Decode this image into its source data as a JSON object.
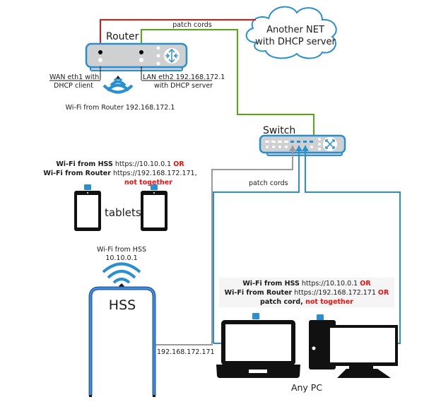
{
  "colors": {
    "device_blue": "#2a8fd0",
    "device_fill": "#cfd0d2",
    "wan_cable": "#ee1111",
    "lan_cable": "#55aa11",
    "grey_cable": "#9a9a9a",
    "blue_cable": "#2a8fd0",
    "hss_blue": "#2266bb",
    "warning_red": "#ee1111"
  },
  "cloud": {
    "line1": "Another NET",
    "line2": "with DHCP server"
  },
  "router": {
    "title": "Router",
    "wan_label_1": "WAN eth1 with",
    "wan_label_2": "DHCP client",
    "lan_label_1": "LAN eth2 192.168.172.1",
    "lan_label_2": "with DHCP server",
    "wifi_label": "Wi-Fi from Router 192.168.172.1"
  },
  "patch_cords_top": "patch cords",
  "switch": {
    "title": "Switch",
    "patch_cords_label": "patch cords"
  },
  "tablets": {
    "note": {
      "l1_bold": "Wi-Fi from HSS",
      "l1_text": " https://10.10.0.1 ",
      "l1_red": "OR",
      "l2_bold": "Wi-Fi from Router",
      "l2_text": " https://192.168.172.171,",
      "l3_red": "not together"
    },
    "label": "tablets"
  },
  "hss": {
    "wifi_label_1": "Wi-Fi from HSS",
    "wifi_label_2": "10.10.0.1",
    "title": "HSS",
    "ip_label": "192.168.172.171"
  },
  "pc": {
    "note": {
      "l1_bold": "Wi-Fi from HSS",
      "l1_text": " https://10.10.0.1 ",
      "l1_red": "OR",
      "l2_bold": "Wi-Fi from Router",
      "l2_text": " https://192.168.172.171 ",
      "l2_red": "OR",
      "l3_bold": "patch cord, ",
      "l3_red": "not together"
    },
    "label": "Any PC"
  }
}
